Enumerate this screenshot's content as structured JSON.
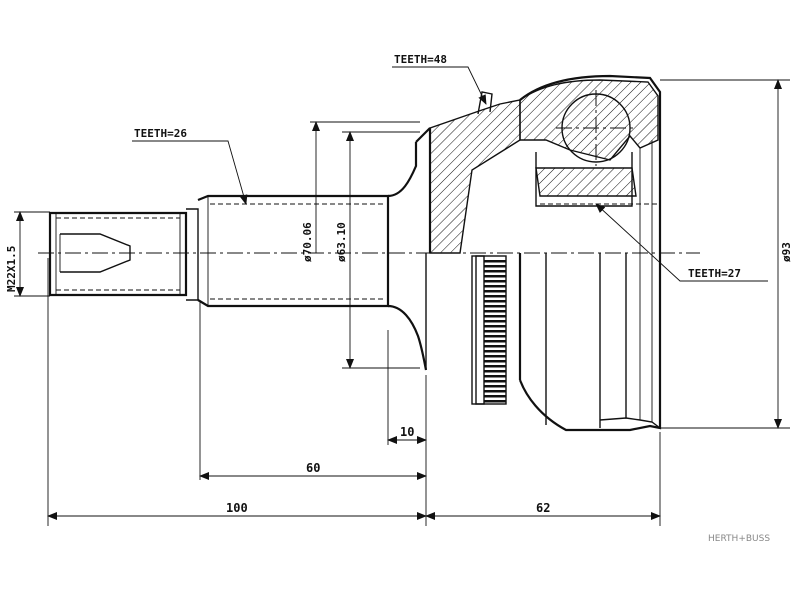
{
  "labels": {
    "teeth_shaft": "TEETH=26",
    "teeth_abs": "TEETH=48",
    "teeth_inner": "TEETH=27",
    "thread": "M22X1.5",
    "dia_shaft": "ø70.06",
    "dia_flange": "ø63.10",
    "dia_outer": "ø93"
  },
  "dimensions": {
    "d10": "10",
    "d60": "60",
    "d100": "100",
    "d62": "62"
  },
  "brand": "HERTH+BUSS"
}
